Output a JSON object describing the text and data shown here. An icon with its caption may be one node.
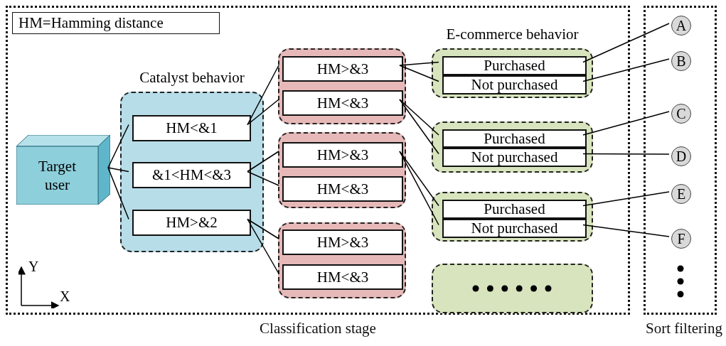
{
  "diagram": {
    "nodes": [
      {
        "text": [
          "Classification stage"
        ]
      },
      {
        "text": [
          "Sort filtering"
        ]
      },
      {
        "text": [
          "HM=Hamming distance"
        ],
        "in": 0
      },
      {
        "text": [
          "Target user"
        ],
        "in": 0
      },
      {
        "text": [
          "Catalyst behavior"
        ],
        "in": 0
      },
      {
        "text": [
          "HM<&1"
        ],
        "in": 4
      },
      {
        "text": [
          "&1<HM<&3"
        ],
        "in": 4
      },
      {
        "text": [
          "HM>&2"
        ],
        "in": 4
      },
      {
        "text": [],
        "shape": "box",
        "in": 0
      },
      {
        "text": [
          "HM>&3"
        ],
        "in": 8
      },
      {
        "text": [
          "HM<&3"
        ],
        "in": 8
      },
      {
        "text": [],
        "shape": "box",
        "in": 0
      },
      {
        "text": [
          "HM>&3"
        ],
        "in": 11
      },
      {
        "text": [
          "HM<&3"
        ],
        "in": 11
      },
      {
        "text": [],
        "shape": "box",
        "in": 0
      },
      {
        "text": [
          "HM>&3"
        ],
        "in": 14
      },
      {
        "text": [
          "HM<&3"
        ],
        "in": 14
      },
      {
        "text": [
          "E-commerce behavior"
        ],
        "in": 0
      },
      {
        "text": [
          "Purchased"
        ],
        "in": 17
      },
      {
        "text": [
          "Not purchased"
        ],
        "in": 17
      },
      {
        "text": [],
        "shape": "box",
        "in": 0
      },
      {
        "text": [
          "Purchased"
        ],
        "in": 20
      },
      {
        "text": [
          "Not purchased"
        ],
        "in": 20
      },
      {
        "text": [],
        "shape": "box",
        "in": 0
      },
      {
        "text": [
          "Purchased"
        ],
        "in": 23
      },
      {
        "text": [
          "Not purchased"
        ],
        "in": 23
      },
      {
        "text": [],
        "shape": "box",
        "in": 0
      },
      {
        "text": [
          "A"
        ],
        "in": 1
      },
      {
        "text": [
          "B"
        ],
        "in": 1
      },
      {
        "text": [
          "C"
        ],
        "in": 1
      },
      {
        "text": [
          "D"
        ],
        "in": 1
      },
      {
        "text": [
          "E"
        ],
        "in": 1
      },
      {
        "text": [
          "F"
        ],
        "in": 1
      }
    ],
    "edges": [
      {
        "from": 3,
        "to": 5,
        "arrow": "none"
      },
      {
        "from": 3,
        "to": 6,
        "arrow": "none"
      },
      {
        "from": 3,
        "to": 7,
        "arrow": "none"
      },
      {
        "from": 5,
        "to": 9,
        "arrow": "none"
      },
      {
        "from": 5,
        "to": 10,
        "arrow": "none"
      },
      {
        "from": 6,
        "to": 12,
        "arrow": "none"
      },
      {
        "from": 6,
        "to": 13,
        "arrow": "none"
      },
      {
        "from": 7,
        "to": 15,
        "arrow": "none"
      },
      {
        "from": 7,
        "to": 16,
        "arrow": "none"
      },
      {
        "from": 9,
        "to": 18,
        "arrow": "none"
      },
      {
        "from": 9,
        "to": 19,
        "arrow": "none"
      },
      {
        "from": 10,
        "to": 21,
        "arrow": "none"
      },
      {
        "from": 10,
        "to": 22,
        "arrow": "none"
      },
      {
        "from": 12,
        "to": 24,
        "arrow": "none"
      },
      {
        "from": 12,
        "to": 25,
        "arrow": "none"
      },
      {
        "from": 18,
        "to": 27,
        "arrow": "none"
      },
      {
        "from": 19,
        "to": 28,
        "arrow": "none"
      },
      {
        "from": 21,
        "to": 29,
        "arrow": "none"
      },
      {
        "from": 22,
        "to": 30,
        "arrow": "none"
      },
      {
        "from": 24,
        "to": 31,
        "arrow": "none"
      },
      {
        "from": 25,
        "to": 32,
        "arrow": "none"
      }
    ],
    "labels": [
      "Y",
      "X"
    ]
  }
}
